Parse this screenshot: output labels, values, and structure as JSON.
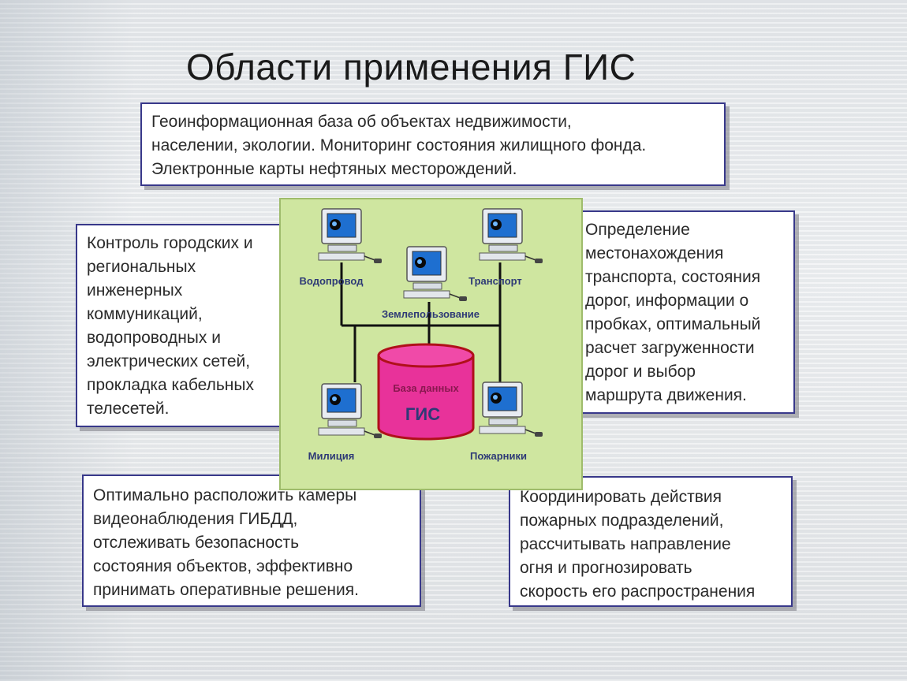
{
  "title": "Области применения ГИС",
  "boxes": {
    "top": "Геоинформационная база об объектах недвижимости,\nнаселении, экологии. Мониторинг состояния жилищного фонда.\nЭлектронные карты нефтяных месторождений.",
    "left": "Контроль городских и\nрегиональных\nинженерных\nкоммуникаций,\nводопроводных и\nэлектрических сетей,\nпрокладка кабельных\nтелесетей.",
    "right": "Определение\nместонахождения\nтранспорта, состояния\nдорог, информации о\nпробках, оптимальный\nрасчет загруженности\nдорог и выбор\nмаршрута движения.",
    "bottom_left": "Оптимально расположить камеры\nвидеонаблюдения ГИБДД,\nотслеживать безопасность\nсостояния объектов, эффективно\nпринимать оперативные решения.",
    "bottom_right": "Координировать действия\nпожарных подразделений,\nрассчитывать направление\nогня и прогнозировать\nскорость его распространения"
  },
  "diagram": {
    "db_line1": "База данных",
    "db_line2": "ГИС",
    "nodes": {
      "water": "Водопровод",
      "transport": "Транспорт",
      "land": "Землепользование",
      "police": "Милиция",
      "fire": "Пожарники"
    },
    "colors": {
      "panel": "#cfe6a0",
      "db_body": "#e8329a",
      "db_border": "#b0101a",
      "label": "#2e3a76"
    }
  }
}
